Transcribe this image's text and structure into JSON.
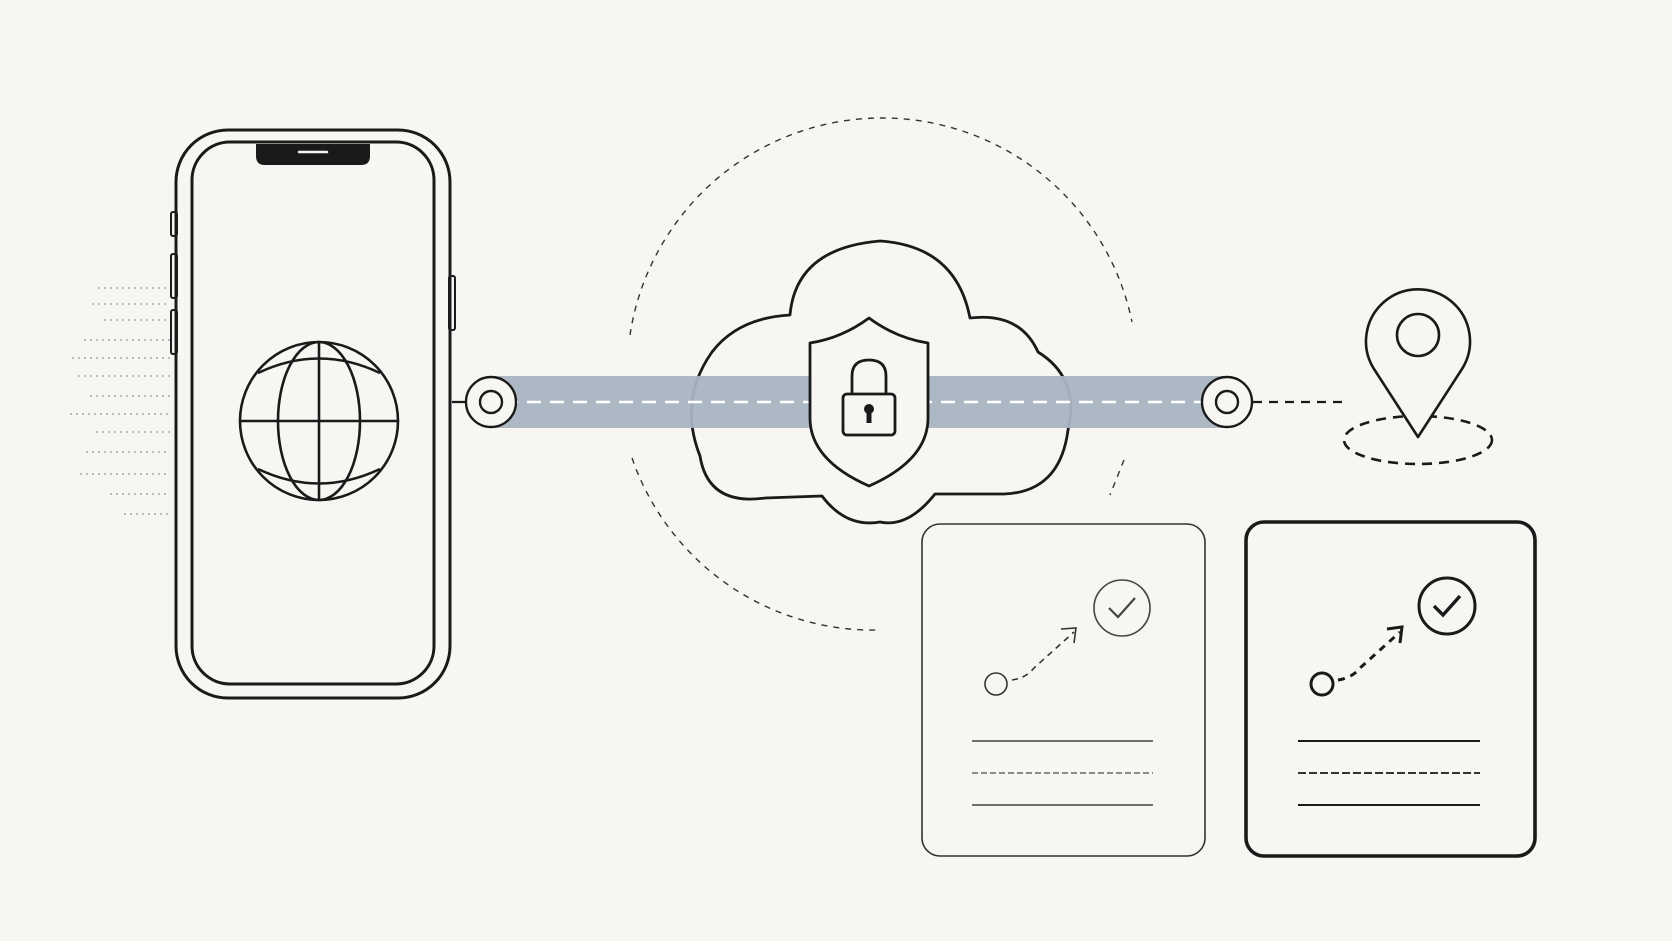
{
  "diagram": {
    "colors": {
      "background": "#f7f6f3",
      "ink": "#1a1a1a",
      "tunnel": "#a9b4c2",
      "muted": "#555555"
    },
    "icons": [
      "smartphone-icon",
      "globe-icon",
      "cloud-icon",
      "shield-icon",
      "padlock-icon",
      "location-pin-icon",
      "check-circle-icon",
      "route-arrow-icon"
    ],
    "cards": [
      {
        "style": "light",
        "icons": [
          "route-arrow-icon",
          "check-circle-icon"
        ],
        "line_count": 3
      },
      {
        "style": "bold",
        "icons": [
          "route-arrow-icon",
          "check-circle-icon"
        ],
        "line_count": 3
      }
    ]
  }
}
